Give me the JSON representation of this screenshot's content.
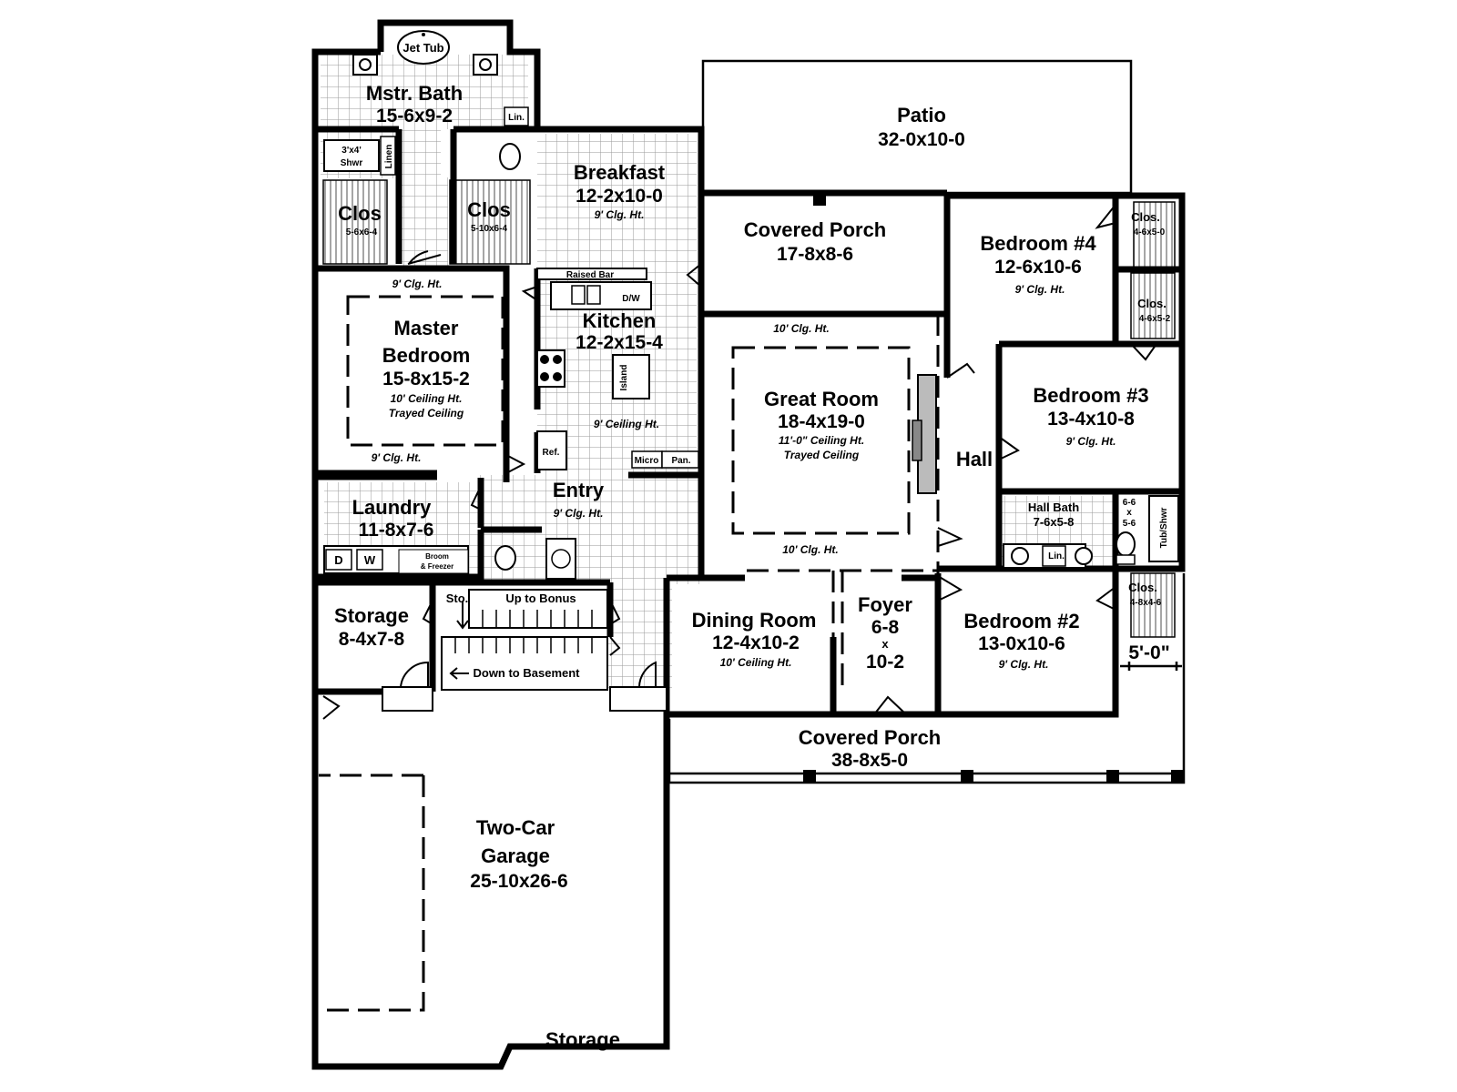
{
  "rooms": {
    "jet_tub": "Jet Tub",
    "mstr_bath": {
      "name": "Mstr. Bath",
      "dim": "15-6x9-2"
    },
    "lin_top": "Lin.",
    "shower_size": "3'x4'",
    "shower_label": "Shwr",
    "linen": "Linen",
    "clos_left": {
      "name": "Clos",
      "dim": "5-6x6-4"
    },
    "clos_right": {
      "name": "Clos",
      "dim": "5-10x6-4"
    },
    "breakfast": {
      "name": "Breakfast",
      "dim": "12-2x10-0",
      "clg": "9' Clg. Ht."
    },
    "patio": {
      "name": "Patio",
      "dim": "32-0x10-0"
    },
    "covered_porch_back": {
      "name": "Covered Porch",
      "dim": "17-8x8-6"
    },
    "bedroom4": {
      "name": "Bedroom #4",
      "dim": "12-6x10-6",
      "clg": "9' Clg. Ht."
    },
    "clos_b4": {
      "name": "Clos.",
      "dim": "4-6x5-0"
    },
    "clos_b3": {
      "name": "Clos.",
      "dim": "4-6x5-2"
    },
    "master_bedroom": {
      "name1": "Master",
      "name2": "Bedroom",
      "dim": "15-8x15-2",
      "clg": "10' Ceiling Ht.",
      "ceiling": "Trayed Ceiling",
      "clg_top": "9' Clg. Ht.",
      "clg_bottom": "9' Clg. Ht."
    },
    "raised_bar": "Raised Bar",
    "dw": "D/W",
    "kitchen": {
      "name": "Kitchen",
      "dim": "12-2x15-4",
      "clg": "9' Ceiling Ht."
    },
    "island": "Island",
    "ref": "Ref.",
    "micro": "Micro",
    "pan": "Pan.",
    "great_room": {
      "name": "Great Room",
      "dim": "18-4x19-0",
      "clg": "11'-0\" Ceiling Ht.",
      "ceiling": "Trayed Ceiling",
      "clg_top": "10' Clg. Ht.",
      "clg_bottom": "10' Clg. Ht."
    },
    "hall": "Hall",
    "bedroom3": {
      "name": "Bedroom #3",
      "dim": "13-4x10-8",
      "clg": "9' Clg. Ht."
    },
    "hall_bath": {
      "name": "Hall Bath",
      "dim": "7-6x5-8"
    },
    "lin_hall": "Lin.",
    "shower_dim_1": "6-6",
    "shower_dim_x": "x",
    "shower_dim_2": "5-6",
    "tub_shwr": "Tub/Shwr",
    "entry": {
      "name": "Entry",
      "clg": "9' Clg. Ht."
    },
    "laundry": {
      "name": "Laundry",
      "dim": "11-8x7-6"
    },
    "dryer": "D",
    "washer": "W",
    "broom1": "Broom",
    "broom2": "& Freezer",
    "storage_small": {
      "name": "Storage",
      "dim": "8-4x7-8"
    },
    "sto": "Sto.",
    "up_to_bonus": "Up to Bonus",
    "down_to_basement": "Down to Basement",
    "dining_room": {
      "name": "Dining Room",
      "dim": "12-4x10-2",
      "clg": "10' Ceiling Ht."
    },
    "foyer": {
      "name": "Foyer",
      "dim1": "6-8",
      "x": "x",
      "dim2": "10-2"
    },
    "bedroom2": {
      "name": "Bedroom #2",
      "dim": "13-0x10-6",
      "clg": "9' Clg. Ht."
    },
    "clos_b2": {
      "name": "Clos.",
      "dim": "4-8x4-6"
    },
    "porch_width": "5'-0\"",
    "covered_porch_front": {
      "name": "Covered Porch",
      "dim": "38-8x5-0"
    },
    "garage": {
      "name1": "Two-Car",
      "name2": "Garage",
      "dim": "25-10x26-6"
    },
    "storage_garage": "Storage"
  }
}
